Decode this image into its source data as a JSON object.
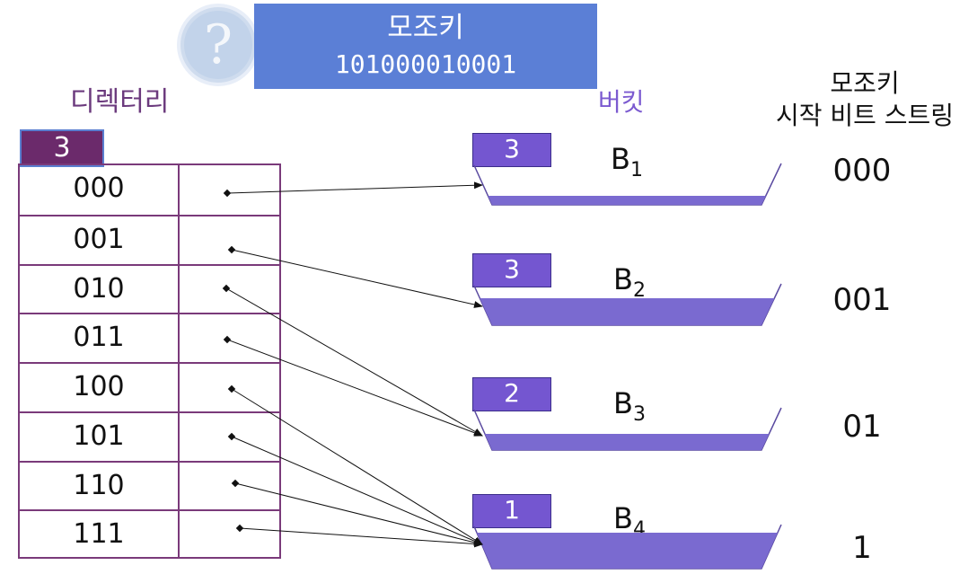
{
  "search_key": {
    "label": "모조키",
    "bits": "101000010001"
  },
  "directory": {
    "label": "디렉터리",
    "global_depth": "3",
    "entries": [
      "000",
      "001",
      "010",
      "011",
      "100",
      "101",
      "110",
      "111"
    ],
    "pointers": [
      0,
      1,
      2,
      2,
      3,
      3,
      3,
      3
    ]
  },
  "buckets_label": "버킷",
  "prefix_header": {
    "line1": "모조키",
    "line2": "시작 비트 스트링"
  },
  "buckets": [
    {
      "local_depth": "3",
      "name": "B",
      "sub": "1",
      "prefix": "000",
      "fill": 0.35
    },
    {
      "local_depth": "3",
      "name": "B",
      "sub": "2",
      "prefix": "001",
      "fill": 1.0
    },
    {
      "local_depth": "2",
      "name": "B",
      "sub": "3",
      "prefix": "01",
      "fill": 0.55
    },
    {
      "local_depth": "1",
      "name": "B",
      "sub": "4",
      "prefix": "1",
      "fill": 1.0
    }
  ],
  "colors": {
    "bucket_fill": "#7a6ad0",
    "directory_border": "#7a3a7a",
    "key_box": "#5b7fd6"
  }
}
